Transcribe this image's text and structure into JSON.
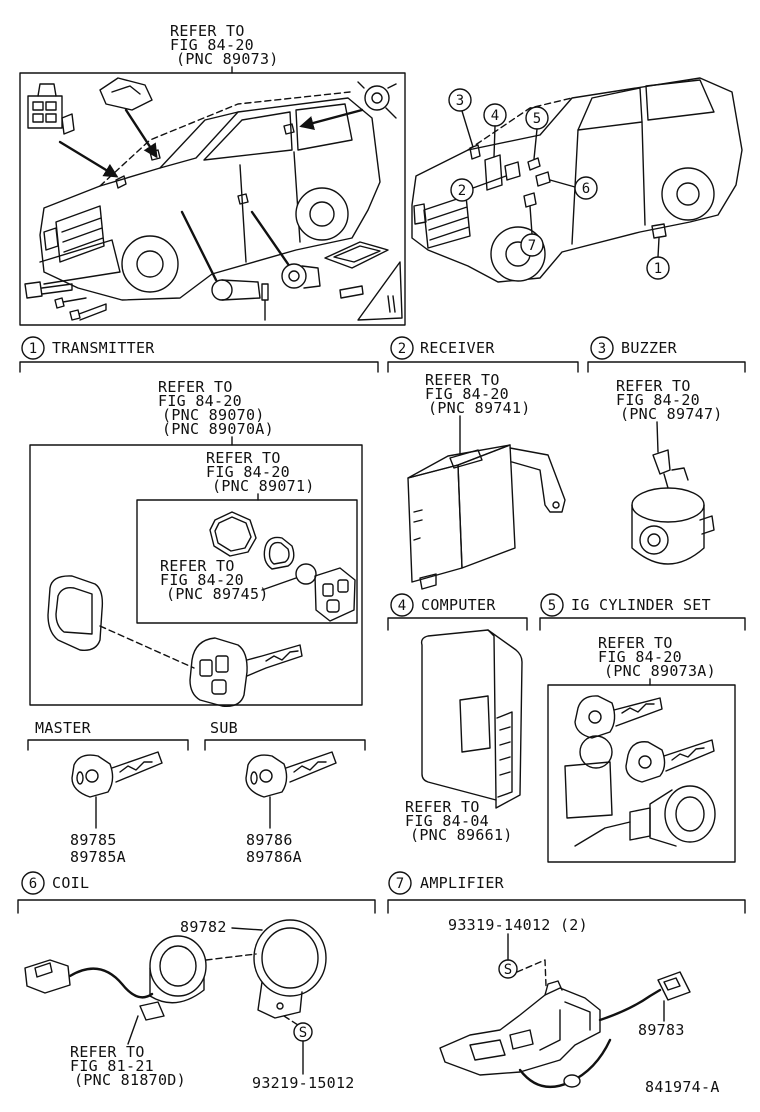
{
  "overview": {
    "refer": [
      "REFER TO",
      "FIG 84-20",
      "(PNC 89073)"
    ]
  },
  "vehicle_callouts": {
    "c1": "1",
    "c2": "2",
    "c3": "3",
    "c4": "4",
    "c5": "5",
    "c6": "6",
    "c7": "7"
  },
  "transmitter": {
    "number": "1",
    "label": "TRANSMITTER",
    "refer": [
      "REFER TO",
      "FIG 84-20",
      "(PNC 89070)",
      "(PNC 89070A)"
    ],
    "case_refer": [
      "REFER TO",
      "FIG 84-20",
      "(PNC 89071)"
    ],
    "button_refer": [
      "REFER TO",
      "FIG 84-20",
      "(PNC 89745)"
    ],
    "master_label": "MASTER",
    "sub_label": "SUB",
    "master_parts": [
      "89785",
      "89785A"
    ],
    "sub_parts": [
      "89786",
      "89786A"
    ]
  },
  "receiver": {
    "number": "2",
    "label": "RECEIVER",
    "refer": [
      "REFER TO",
      "FIG 84-20",
      "(PNC 89741)"
    ]
  },
  "buzzer": {
    "number": "3",
    "label": "BUZZER",
    "refer": [
      "REFER TO",
      "FIG 84-20",
      "(PNC 89747)"
    ]
  },
  "computer": {
    "number": "4",
    "label": "COMPUTER",
    "refer": [
      "REFER TO",
      "FIG 84-04",
      "(PNC 89661)"
    ]
  },
  "ig_cylinder_set": {
    "number": "5",
    "label": "IG CYLINDER SET",
    "refer": [
      "REFER TO",
      "FIG 84-20",
      "(PNC 89073A)"
    ]
  },
  "coil": {
    "number": "6",
    "label": "COIL",
    "part": "89782",
    "refer": [
      "REFER TO",
      "FIG 81-21",
      "(PNC 81870D)"
    ],
    "screw_mark": "S",
    "screw_part": "93219-15012"
  },
  "amplifier": {
    "number": "7",
    "label": "AMPLIFIER",
    "screw_part": "93319-14012 (2)",
    "screw_mark": "S",
    "part": "89783"
  },
  "figure_id": "841974-A"
}
